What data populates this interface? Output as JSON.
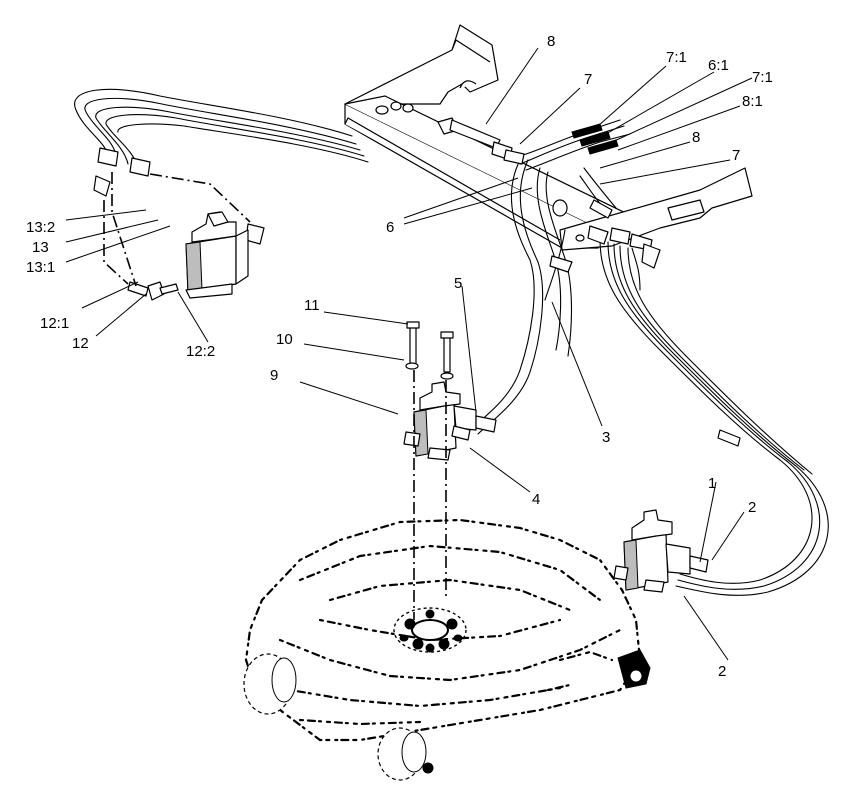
{
  "callouts": {
    "c1": "1",
    "c2a": "2",
    "c2b": "2",
    "c3": "3",
    "c4": "4",
    "c5": "5",
    "c6": "6",
    "c7a": "7",
    "c7b": "7",
    "c7_1a": "7:1",
    "c7_1b": "7:1",
    "c6_1": "6:1",
    "c8a": "8",
    "c8b": "8",
    "c8_1": "8:1",
    "c9": "9",
    "c10": "10",
    "c11": "11",
    "c12": "12",
    "c12_1": "12:1",
    "c12_2": "12:2",
    "c13": "13",
    "c13_1": "13:1",
    "c13_2": "13:2"
  }
}
